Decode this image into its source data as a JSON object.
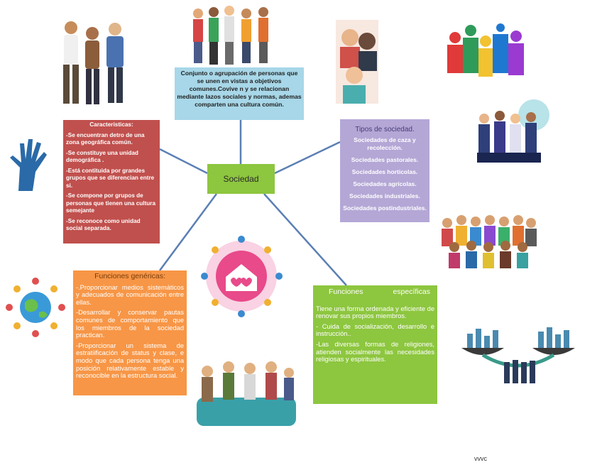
{
  "center": {
    "label": "Sociedad"
  },
  "definition": {
    "text": "Conjunto o agrupación de personas que se unen en vistas a objetivos comunes.Covive n y se relacionan mediante lazos sociales y normas, ademas comparten una cultura común."
  },
  "caracteristicas": {
    "title": "Caracteristicas:",
    "items": [
      "-Se encuentran detro de una zona geográfica común.",
      "-Se constituye una unidad demográfica .",
      "-Está contituida por grandes grupos que se diferencian entre si.",
      "-Se compone por grupos de personas que tienen una cultura semejante",
      "-Se reconoce como unidad social separada."
    ]
  },
  "tipos": {
    "title": "Tipos de sociedad.",
    "items": [
      "Sociedades de caza y recolección.",
      "Sociedades pastorales.",
      "Sociedades horticolas.",
      "Sociedades agrícolas.",
      "Sociedades industriales.",
      "Sociedades postindustriales."
    ]
  },
  "funciones_genericas": {
    "title": "Funciones genéricas:",
    "items": [
      "-.Proporcionar medios sistemáticos y adecuados de comunicación entre ellas.",
      "-Desarrollar y conservar pautas comunes de comportamiento que los miembros de la sociedad practican.",
      "-Proporcionar un sistema de estratiificación de status y clase, e modo que cada persona tenga una posición relativamente estable y reconocible en la estructura social."
    ]
  },
  "funciones_especificas": {
    "title_left": "Funciones",
    "title_right": "específicas",
    "items": [
      "Tiene una forma ordenada y eficiente de renovar sus propios miembros.",
      "- Cuida de socialización, desarrollo e instrucción..",
      "-Las diversas formas de religiones, atienden socialmente las necesidades religiosas y espirituales."
    ]
  },
  "footer": {
    "text": "vvvc"
  },
  "colors": {
    "connector": "#5b7fb4",
    "center": "#8dc63f",
    "definition": "#a7d7e8",
    "caracteristicas": "#c0504d",
    "tipos": "#b4a7d6",
    "genericas": "#f79646",
    "especificas": "#8dc63f"
  },
  "illustrations": [
    "student-group-illustration",
    "crowd-walking-illustration",
    "portrait-people-illustration",
    "raised-hands-illustration",
    "blue-hand-illustration",
    "business-people-illustration",
    "diverse-crowd-illustration",
    "world-kids-illustration",
    "family-house-illustration",
    "family-sofa-illustration",
    "city-balance-illustration"
  ]
}
